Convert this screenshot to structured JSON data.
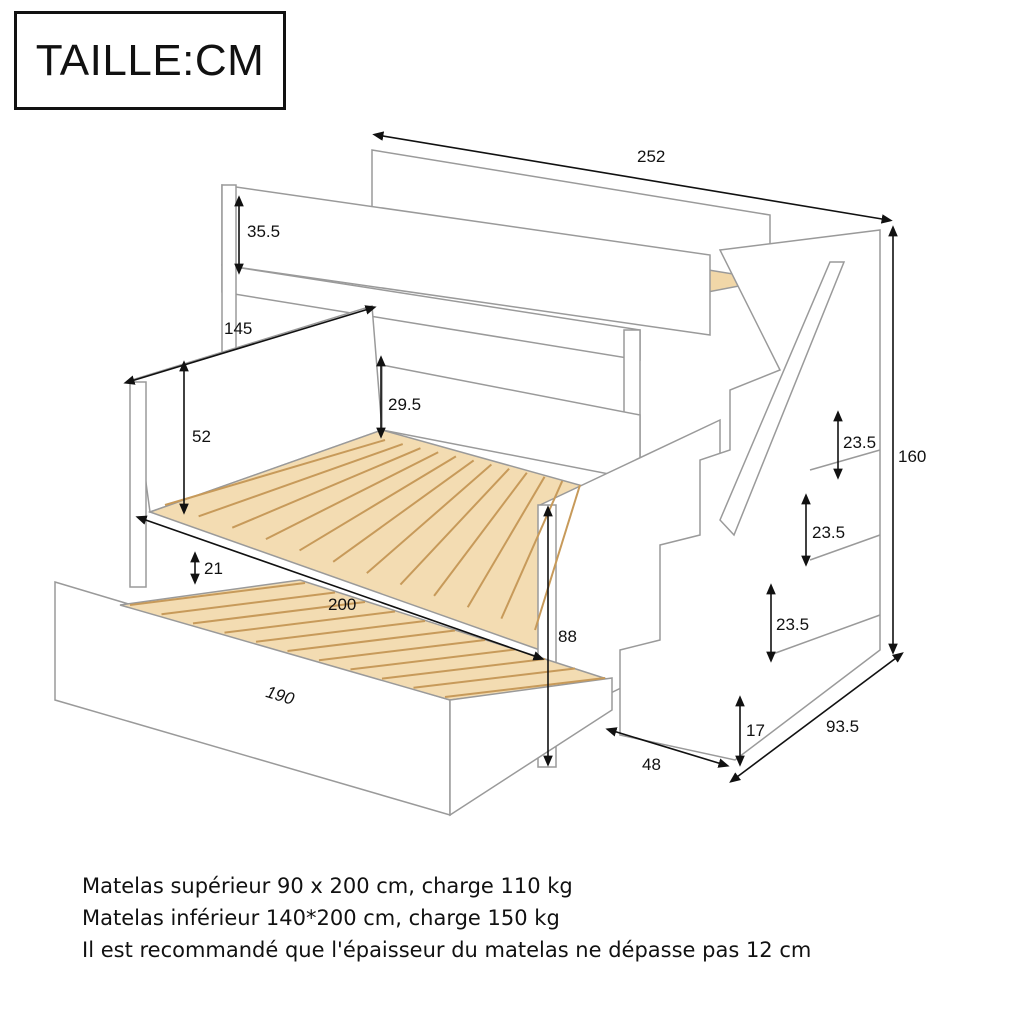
{
  "unit_label": "TAILLE:CM",
  "dimensions": {
    "total_length": "252",
    "upper_rail_height": "35.5",
    "lower_width": "145",
    "headboard_height": "52",
    "lower_rail_height": "29.5",
    "trundle_height": "21",
    "lower_length": "200",
    "trundle_length": "190",
    "side_height": "88",
    "total_height": "160",
    "shelf_1": "23.5",
    "shelf_2": "23.5",
    "shelf_3": "23.5",
    "step_height": "17",
    "stair_width": "48",
    "total_depth": "93.5"
  },
  "notes": [
    "Matelas supérieur 90 x 200 cm, charge 110 kg",
    "Matelas inférieur 140*200 cm, charge 150 kg",
    "Il est recommandé que l'épaisseur du matelas ne dépasse pas 12 cm"
  ],
  "colors": {
    "frame": "#ffffff",
    "outline": "#9a9a9a",
    "slat": "#e8c38a",
    "slat_edge": "#c79a5a",
    "dim_line": "#111111"
  }
}
